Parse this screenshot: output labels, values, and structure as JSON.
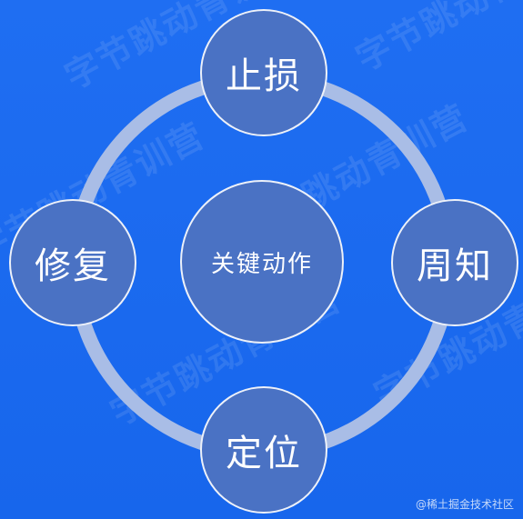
{
  "diagram": {
    "center_label": "关键动作",
    "nodes": {
      "top": "止损",
      "right": "周知",
      "bottom": "定位",
      "left": "修复"
    }
  },
  "watermark": {
    "text": "字节跳动青训营"
  },
  "credit": "@稀土掘金技术社区",
  "colors": {
    "background": "#1c6cf0",
    "node_fill": "#4a72c4",
    "ring": "#a9bde6",
    "text": "#ffffff"
  }
}
